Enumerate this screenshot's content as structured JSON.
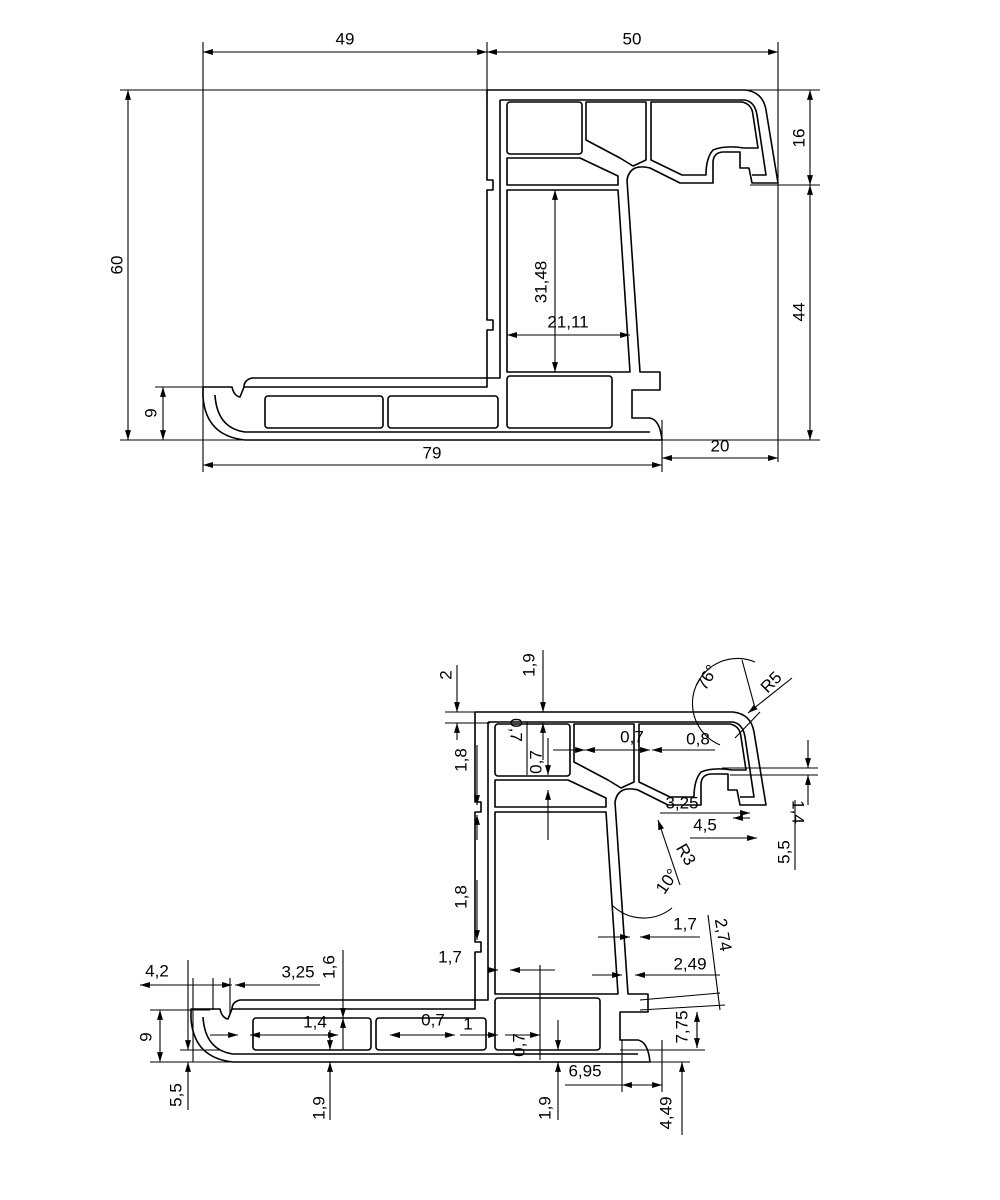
{
  "top_view": {
    "dims": [
      "49",
      "50",
      "60",
      "9",
      "79",
      "20",
      "16",
      "44",
      "31,48",
      "21,11"
    ]
  },
  "detail_view": {
    "dims": [
      "2",
      "1,9",
      "0,7",
      "0,7",
      "1,8",
      "1,8",
      "0,7",
      "0,8",
      "76°",
      "R5",
      "3,25",
      "4,5",
      "R3",
      "10°",
      "1,7",
      "2,74",
      "1,4",
      "5,5",
      "1,7",
      "2,49",
      "4,2",
      "3,25",
      "1,6",
      "1,4",
      "0,7",
      "1",
      "0,7",
      "9",
      "5,5",
      "1,9",
      "1,9",
      "6,95",
      "7,75",
      "4,49"
    ]
  },
  "colors": {
    "line": "#000000",
    "background": "#ffffff"
  }
}
